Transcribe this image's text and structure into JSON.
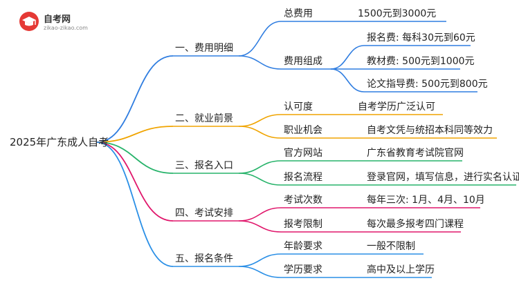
{
  "logo": {
    "title": "自考网",
    "url": "zikao-zikao.com"
  },
  "mindmap": {
    "root": "2025年广东成人自考",
    "branches": [
      {
        "label": "一、费用明细",
        "color": "#2f7de0",
        "children": [
          {
            "label": "总费用",
            "leaves": [
              "1500元到3000元"
            ]
          },
          {
            "label": "费用组成",
            "leaves": [
              "报名费: 每科30元到60元",
              "教材费: 500元到1000元",
              "论文指导费: 500元到800元"
            ]
          }
        ]
      },
      {
        "label": "二、就业前景",
        "color": "#f0a400",
        "children": [
          {
            "label": "认可度",
            "leaves": [
              "自考学历广泛认可"
            ]
          },
          {
            "label": "职业机会",
            "leaves": [
              "自考文凭与统招本科同等效力"
            ]
          }
        ]
      },
      {
        "label": "三、报名入口",
        "color": "#27b36a",
        "children": [
          {
            "label": "官方网站",
            "leaves": [
              "广东省教育考试院官网"
            ]
          },
          {
            "label": "报名流程",
            "leaves": [
              "登录官网，填写信息，进行实名认证"
            ]
          }
        ]
      },
      {
        "label": "四、考试安排",
        "color": "#e0166b",
        "children": [
          {
            "label": "考试次数",
            "leaves": [
              "每年三次: 1月、4月、10月"
            ]
          },
          {
            "label": "报考限制",
            "leaves": [
              "每次最多报考四门课程"
            ]
          }
        ]
      },
      {
        "label": "五、报名条件",
        "color": "#2a8fe6",
        "children": [
          {
            "label": "年龄要求",
            "leaves": [
              "一般不限制"
            ]
          },
          {
            "label": "学历要求",
            "leaves": [
              "高中及以上学历"
            ]
          }
        ]
      }
    ]
  }
}
